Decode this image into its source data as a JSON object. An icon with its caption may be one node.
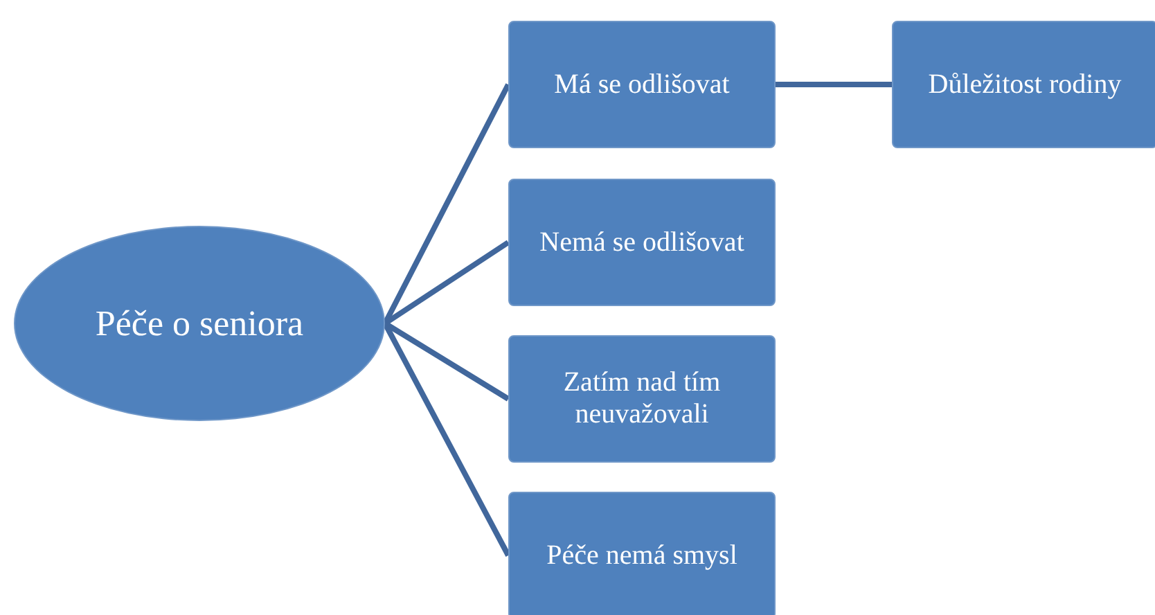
{
  "diagram": {
    "nodes": [
      {
        "text": [
          "Péče o seniora"
        ]
      },
      {
        "text": [
          "Má se odlišovat"
        ]
      },
      {
        "text": [
          "Nemá se odlišovat"
        ]
      },
      {
        "text": [
          "Zatím nad tím neuvažovali"
        ]
      },
      {
        "text": [
          "Péče nemá smysl"
        ]
      },
      {
        "text": [
          "Důležitost rodiny"
        ]
      }
    ],
    "edges": [
      {
        "from": 0,
        "to": 1,
        "arrow": "none"
      },
      {
        "from": 0,
        "to": 2,
        "arrow": "none"
      },
      {
        "from": 0,
        "to": 3,
        "arrow": "none"
      },
      {
        "from": 0,
        "to": 4,
        "arrow": "none"
      },
      {
        "from": 1,
        "to": 5,
        "arrow": "none"
      }
    ]
  }
}
